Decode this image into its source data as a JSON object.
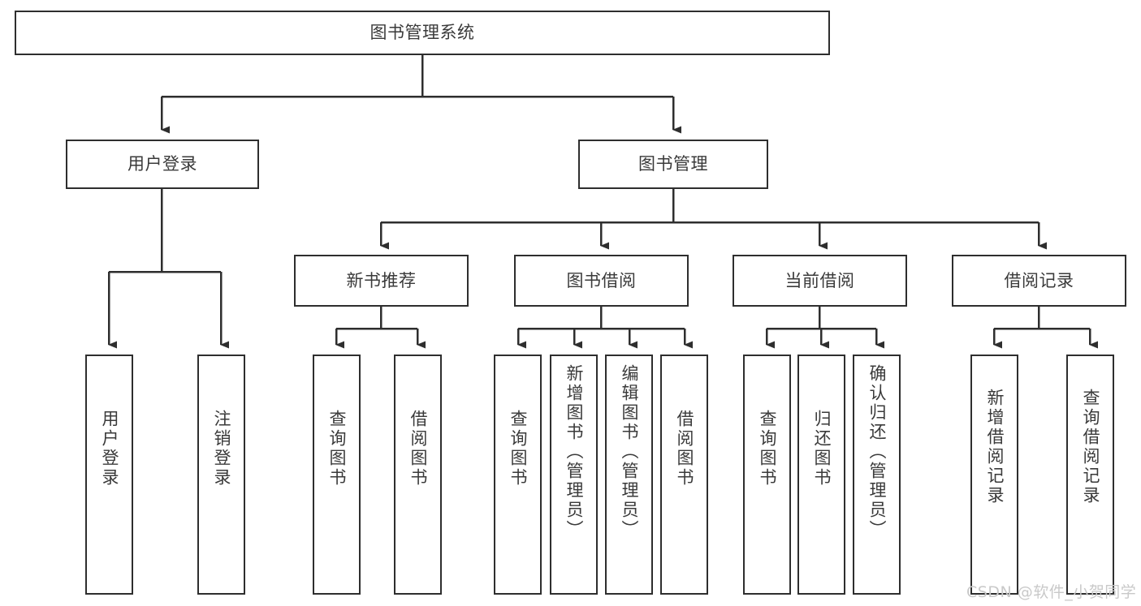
{
  "diagram": {
    "title": "图书管理系统",
    "type": "hierarchy-tree",
    "root": {
      "id": "root",
      "label": "图书管理系统"
    },
    "level2": [
      {
        "id": "user-login",
        "label": "用户登录"
      },
      {
        "id": "book-manage",
        "label": "图书管理"
      }
    ],
    "level3": [
      {
        "id": "new-book-recommend",
        "label": "新书推荐"
      },
      {
        "id": "book-borrow",
        "label": "图书借阅"
      },
      {
        "id": "current-borrow",
        "label": "当前借阅"
      },
      {
        "id": "borrow-record",
        "label": "借阅记录"
      }
    ],
    "leaves": {
      "user_login": [
        {
          "id": "leaf-user-login",
          "label": "用户登录"
        },
        {
          "id": "leaf-logout-login",
          "label": "注销登录"
        }
      ],
      "new_book_recommend": [
        {
          "id": "leaf-query-book-1",
          "label": "查询图书"
        },
        {
          "id": "leaf-borrow-book-1",
          "label": "借阅图书"
        }
      ],
      "book_borrow": [
        {
          "id": "leaf-query-book-2",
          "label": "查询图书"
        },
        {
          "id": "leaf-add-book",
          "label": "新增图书（管理员）"
        },
        {
          "id": "leaf-edit-book",
          "label": "编辑图书（管理员）"
        },
        {
          "id": "leaf-borrow-book-2",
          "label": "借阅图书"
        }
      ],
      "current_borrow": [
        {
          "id": "leaf-query-book-3",
          "label": "查询图书"
        },
        {
          "id": "leaf-return-book",
          "label": "归还图书"
        },
        {
          "id": "leaf-confirm-return",
          "label": "确认归还（管理员）"
        }
      ],
      "borrow_record": [
        {
          "id": "leaf-add-record",
          "label": "新增借阅记录"
        },
        {
          "id": "leaf-query-record",
          "label": "查询借阅记录"
        }
      ]
    },
    "colors": {
      "stroke": "#2e2e2e",
      "text": "#3a3a3a",
      "background": "#ffffff",
      "watermark": "#c9c9c9"
    }
  },
  "watermark": {
    "text": "CSDN @软件_小贺同学"
  }
}
